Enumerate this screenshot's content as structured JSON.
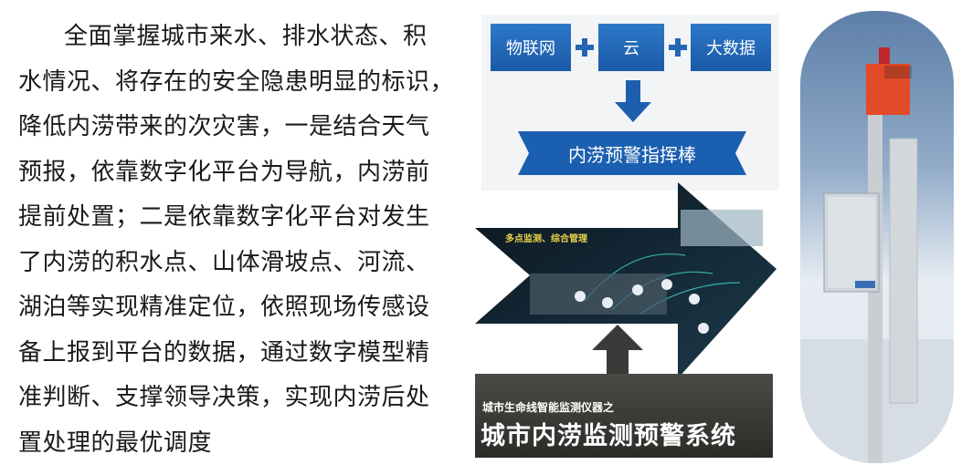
{
  "paragraph": {
    "lines": [
      "全面掌握城市来水、排水状态、积",
      "水情况、将存在的安全隐患明显的标识，",
      "降低内涝带来的次灾害，一是结合天气",
      "预报，依靠数字化平台为导航，内涝前",
      "提前处置；二是依靠数字化平台对发生",
      "了内涝的积水点、山体滑坡点、河流、",
      "湖泊等实现精准定位，依照现场传感设",
      "备上报到平台的数据，通过数字模型精",
      "准判断、支撑领导决策，实现内涝后处",
      "置处理的最优调度"
    ]
  },
  "diagram": {
    "box1": "物联网",
    "box2": "云",
    "box3": "大数据",
    "result": "内涝预警指挥棒"
  },
  "dashboard": {
    "label": "多点监测、综合管理"
  },
  "caption": {
    "small": "城市生命线智能监测仪器之",
    "big": "城市内涝监测预警系统"
  },
  "colors": {
    "box_blue": "#1f63b0",
    "banner_blue": "#1b5fb0",
    "arrow_blue": "#1d5fae"
  }
}
